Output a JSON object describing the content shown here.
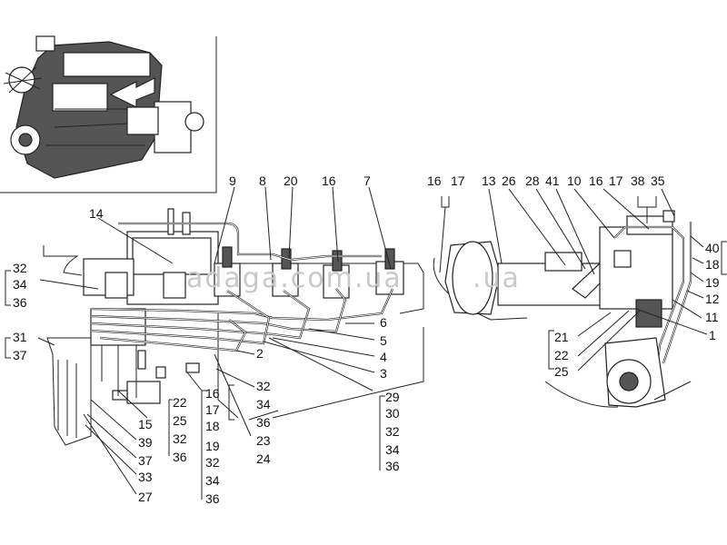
{
  "watermark": "adaga.com.ua",
  "callouts": [
    {
      "id": "c9",
      "text": "9"
    },
    {
      "id": "c8",
      "text": "8"
    },
    {
      "id": "c20",
      "text": "20"
    },
    {
      "id": "c16a",
      "text": "16"
    },
    {
      "id": "c7",
      "text": "7"
    },
    {
      "id": "c14",
      "text": "14"
    },
    {
      "id": "c32a",
      "text": "32"
    },
    {
      "id": "c34a",
      "text": "34"
    },
    {
      "id": "c36a",
      "text": "36"
    },
    {
      "id": "c31",
      "text": "31"
    },
    {
      "id": "c37a",
      "text": "37"
    },
    {
      "id": "c6",
      "text": "6"
    },
    {
      "id": "c5",
      "text": "5"
    },
    {
      "id": "c4",
      "text": "4"
    },
    {
      "id": "c3",
      "text": "3"
    },
    {
      "id": "c2",
      "text": "2"
    },
    {
      "id": "c32b",
      "text": "32"
    },
    {
      "id": "c34b",
      "text": "34"
    },
    {
      "id": "c36b",
      "text": "36"
    },
    {
      "id": "c29",
      "text": "29"
    },
    {
      "id": "c30",
      "text": "30"
    },
    {
      "id": "c32c",
      "text": "32"
    },
    {
      "id": "c34c",
      "text": "34"
    },
    {
      "id": "c36c",
      "text": "36"
    },
    {
      "id": "c16b",
      "text": "16"
    },
    {
      "id": "c17a",
      "text": "17"
    },
    {
      "id": "c18a",
      "text": "18"
    },
    {
      "id": "c19a",
      "text": "19"
    },
    {
      "id": "c32d",
      "text": "32"
    },
    {
      "id": "c34d",
      "text": "34"
    },
    {
      "id": "c36d",
      "text": "36"
    },
    {
      "id": "c22a",
      "text": "22"
    },
    {
      "id": "c25a",
      "text": "25"
    },
    {
      "id": "c32e",
      "text": "32"
    },
    {
      "id": "c36e",
      "text": "36"
    },
    {
      "id": "c23",
      "text": "23"
    },
    {
      "id": "c24",
      "text": "24"
    },
    {
      "id": "c15",
      "text": "15"
    },
    {
      "id": "c39",
      "text": "39"
    },
    {
      "id": "c37b",
      "text": "37"
    },
    {
      "id": "c33",
      "text": "33"
    },
    {
      "id": "c27",
      "text": "27"
    },
    {
      "id": "c16c",
      "text": "16"
    },
    {
      "id": "c17b",
      "text": "17"
    },
    {
      "id": "c13",
      "text": "13"
    },
    {
      "id": "c26",
      "text": "26"
    },
    {
      "id": "c28",
      "text": "28"
    },
    {
      "id": "c41",
      "text": "41"
    },
    {
      "id": "c10",
      "text": "10"
    },
    {
      "id": "c16d",
      "text": "16"
    },
    {
      "id": "c17c",
      "text": "17"
    },
    {
      "id": "c38",
      "text": "38"
    },
    {
      "id": "c35",
      "text": "35"
    },
    {
      "id": "c40",
      "text": "40"
    },
    {
      "id": "c18b",
      "text": "18"
    },
    {
      "id": "c19b",
      "text": "19"
    },
    {
      "id": "c12",
      "text": "12"
    },
    {
      "id": "c11",
      "text": "11"
    },
    {
      "id": "c1",
      "text": "1"
    },
    {
      "id": "c21",
      "text": "21"
    },
    {
      "id": "c22b",
      "text": "22"
    },
    {
      "id": "c25b",
      "text": "25"
    }
  ]
}
